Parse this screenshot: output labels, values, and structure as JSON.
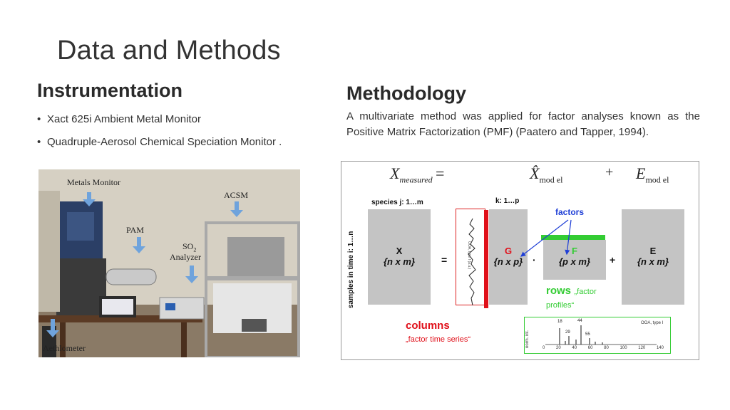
{
  "slide": {
    "title": "Data and Methods"
  },
  "instrumentation": {
    "heading": "Instrumentation",
    "bullets": [
      "Xact 625i Ambient Metal Monitor",
      "Quadruple-Aerosol Chemical Speciation Monitor ."
    ],
    "photo_labels": {
      "metals_monitor": "Metals Monitor",
      "acsm": "ACSM",
      "pam": "PAM",
      "so2": "SO",
      "so2_sub": "2",
      "analyzer": "Analyzer",
      "aethlometer": "Aethlometer"
    }
  },
  "methodology": {
    "heading": "Methodology",
    "text": "A multivariate method was applied for factor analyses known as the Positive Matrix Factorization (PMF) (Paatero and Tapper, 1994).",
    "diagram": {
      "eq_x": "X",
      "eq_x_sub": "measured",
      "eq_equals": "=",
      "eq_xhat": "X̂",
      "eq_xhat_sub": "mod el",
      "eq_plus": "+",
      "eq_e": "E",
      "eq_e_sub": "mod el",
      "species_label": "species j: 1…m",
      "k_label": "k: 1…p",
      "samples_label": "samples in time i: 1…n",
      "factors_label": "factors",
      "X_name": "X",
      "X_dims": "{n x m}",
      "G_name": "G",
      "G_dims": "{n x p}",
      "F_name": "F",
      "F_dims": "{p x m}",
      "E_name": "E",
      "E_dims": "{n x m}",
      "op_equals": "=",
      "op_dot": "·",
      "op_plus": "+",
      "rows_word": "rows",
      "rows_rest": "„factor",
      "rows_profiles": "profiles“",
      "columns_word": "columns",
      "columns_rest": "„factor time series“",
      "spectrum_ylabel": "norm. int.",
      "spectrum_title": "OOA, type I",
      "spectrum_peaks": [
        "18",
        "44",
        "29",
        "55"
      ],
      "spectrum_xticks": [
        "0",
        "20",
        "40",
        "60",
        "80",
        "100",
        "120",
        "140"
      ],
      "timeseries_label": "OOA, type I (a.u.)"
    }
  },
  "colors": {
    "gray_box": "#c4c4c4",
    "red": "#e0101a",
    "green": "#33cc33",
    "blue": "#1f3fd6"
  }
}
